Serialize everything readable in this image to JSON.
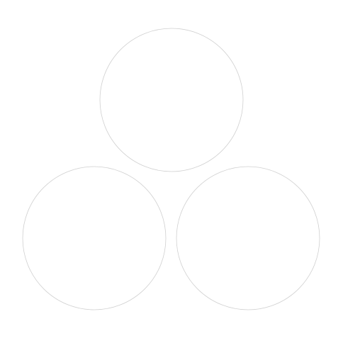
{
  "diagram": {
    "circles": [
      {
        "position": "top"
      },
      {
        "position": "bottom-left"
      },
      {
        "position": "bottom-right"
      }
    ],
    "background_color": "#ffffff",
    "stroke_color": "#d0d0d0",
    "fill_color": "#ffffff"
  }
}
